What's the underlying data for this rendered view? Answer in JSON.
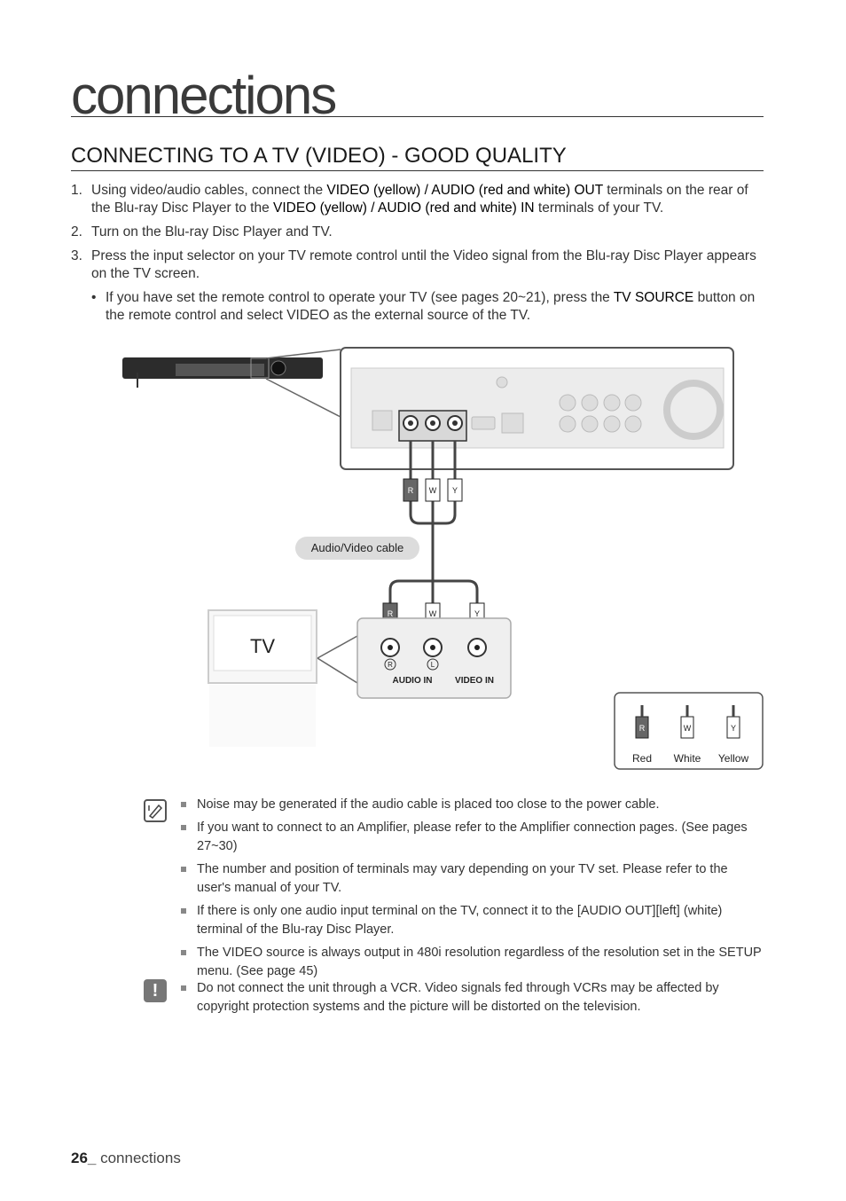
{
  "header": {
    "chapter": "connections",
    "section_title": "CONNECTING TO A TV (VIDEO) - GOOD QUALITY"
  },
  "steps": [
    {
      "num": "1.",
      "t1": "Using video/audio cables, connect the ",
      "b1": "VIDEO (yellow) / AUDIO (red and white) OUT",
      "t2": " terminals on the rear of the Blu-ray Disc Player to the ",
      "b2": "VIDEO (yellow) / AUDIO (red and white) IN",
      "t3": " terminals of your TV."
    },
    {
      "num": "2.",
      "text": "Turn on the Blu-ray Disc Player and TV."
    },
    {
      "num": "3.",
      "text": "Press the input selector on your TV remote control until the Video signal from the Blu-ray Disc Player appears on the TV screen.",
      "sub": {
        "bullet": "•",
        "t1": "If you have set the remote control to operate your TV (see pages 20~21), press the ",
        "b1": "TV SOURCE",
        "t2": " button on the remote control and select VIDEO as the external source of the TV."
      }
    }
  ],
  "diagram": {
    "cable_label": "Audio/Video cable",
    "plug_r": "R",
    "plug_w": "W",
    "plug_y": "Y",
    "tv_label": "TV",
    "jack_r": "R",
    "jack_l": "L",
    "audio_in": "AUDIO IN",
    "video_in": "VIDEO IN",
    "legend": [
      {
        "letter": "R",
        "name": "Red"
      },
      {
        "letter": "W",
        "name": "White"
      },
      {
        "letter": "Y",
        "name": "Yellow"
      }
    ]
  },
  "notes": [
    "Noise may be generated if the audio cable is placed too close to the power cable.",
    "If you want to connect to an Amplifier, please refer to the Amplifier connection pages. (See pages 27~30)",
    "The number and position of terminals may vary depending on your TV set. Please refer to the user's manual of your TV.",
    "If there is only one audio input terminal on the TV, connect it to the [AUDIO OUT][left] (white) terminal of the Blu-ray Disc Player.",
    "The VIDEO source is always output in 480i resolution regardless of the resolution set in the SETUP menu. (See page 45)"
  ],
  "caution": {
    "icon": "!",
    "text": "Do not connect the unit through a VCR. Video signals fed through VCRs may be affected by copyright protection systems and the picture will be distorted on the television."
  },
  "footer": {
    "page": "26_",
    "label": " connections"
  }
}
